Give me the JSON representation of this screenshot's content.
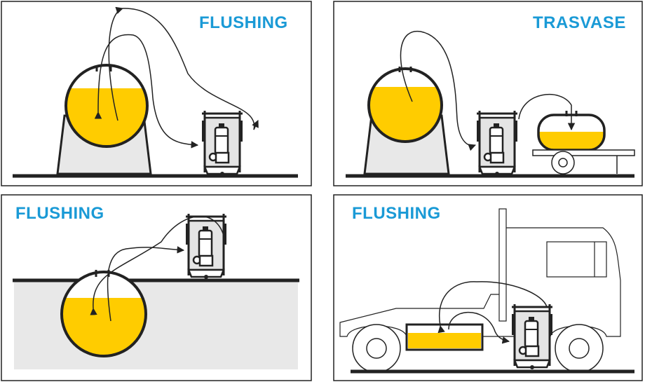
{
  "panels": [
    {
      "title": "FLUSHING"
    },
    {
      "title": "TRASVASE"
    },
    {
      "title": "FLUSHING"
    },
    {
      "title": "FLUSHING"
    }
  ],
  "colors": {
    "fluid": "#FFCC00",
    "ground_fill": "#e8e8e8",
    "title": "#1a9ad6",
    "line": "#222222"
  }
}
